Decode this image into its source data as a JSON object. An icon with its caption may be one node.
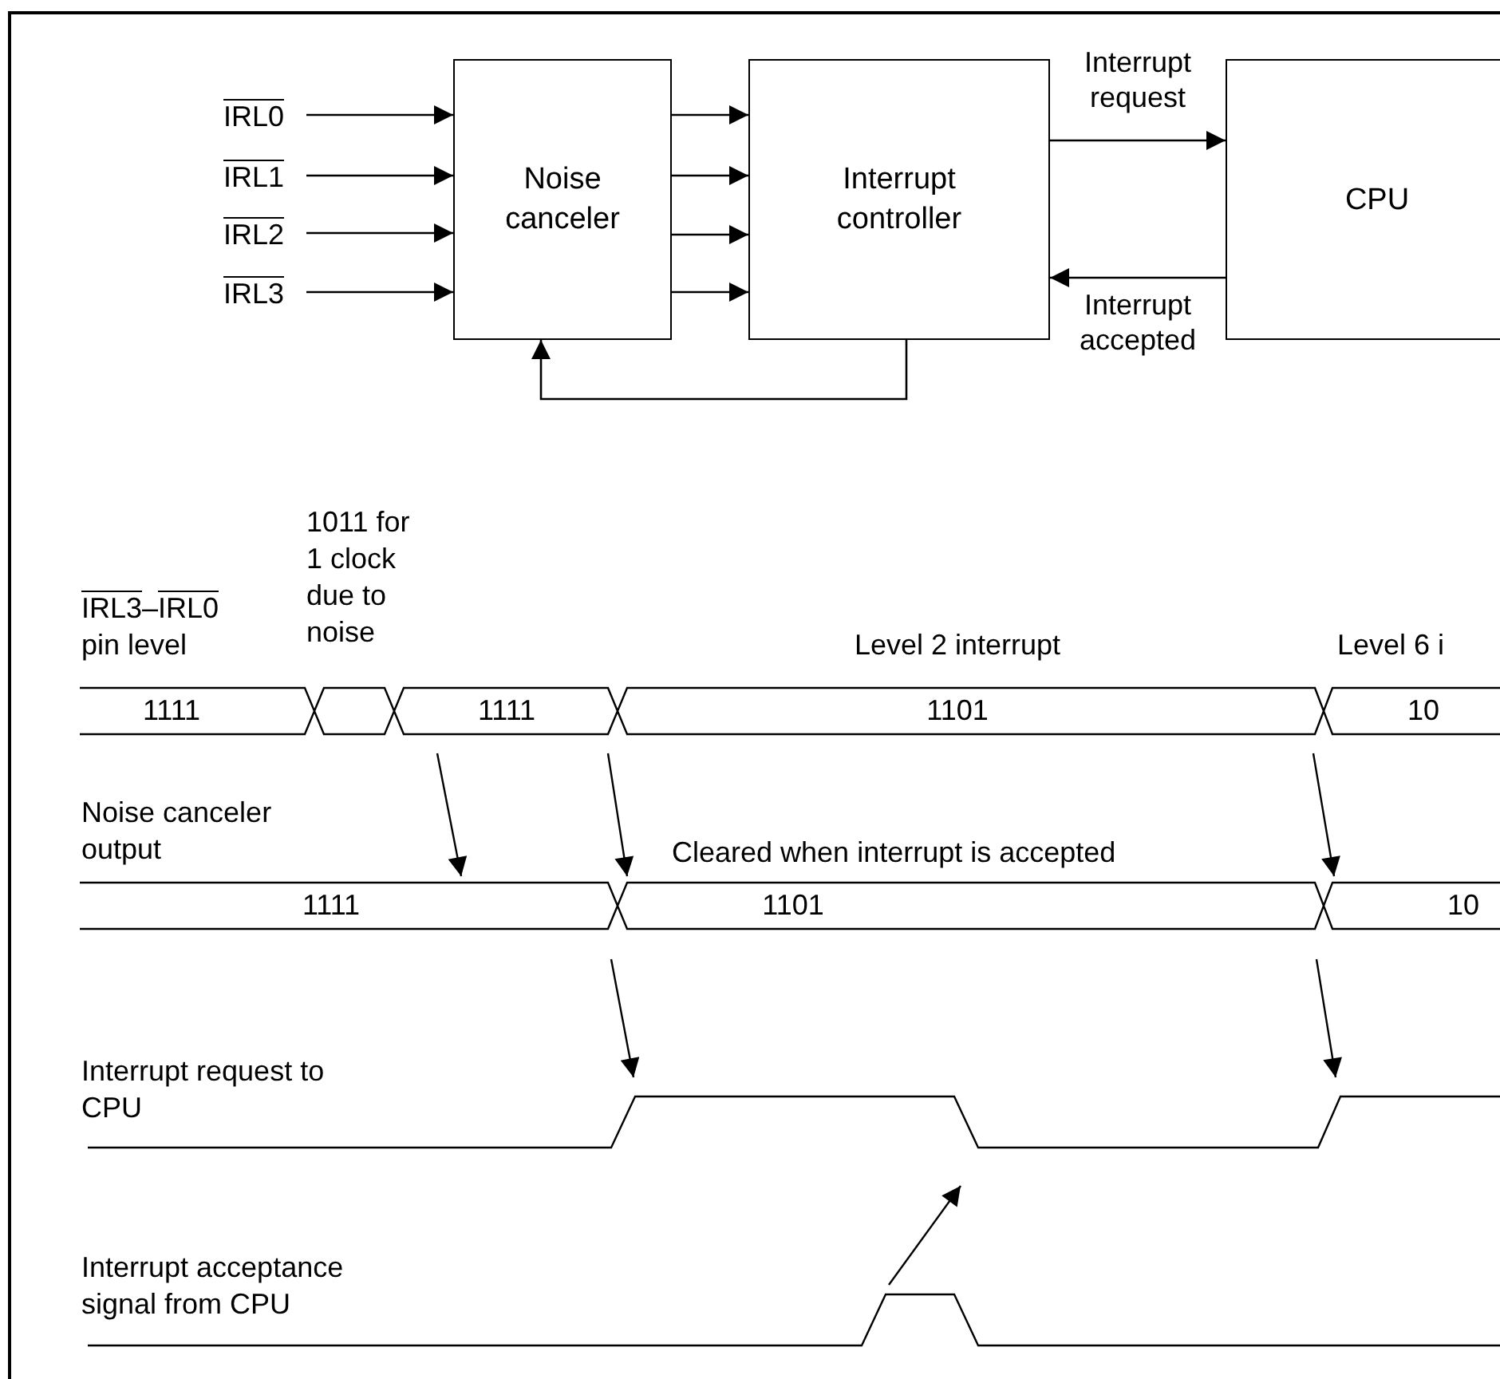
{
  "diagram": {
    "nodes": [
      {
        "text": [
          "IRL0"
        ]
      },
      {
        "text": [
          "IRL1"
        ]
      },
      {
        "text": [
          "IRL2"
        ]
      },
      {
        "text": [
          "IRL3"
        ]
      },
      {
        "text": [
          "Noise canceler"
        ]
      },
      {
        "text": [
          "Interrupt controller"
        ]
      },
      {
        "text": [
          "CPU"
        ]
      }
    ],
    "edges": [
      {
        "from": 0,
        "to": 4,
        "arrow": "to"
      },
      {
        "from": 1,
        "to": 4,
        "arrow": "to"
      },
      {
        "from": 2,
        "to": 4,
        "arrow": "to"
      },
      {
        "from": 3,
        "to": 4,
        "arrow": "to"
      },
      {
        "from": 4,
        "to": 5,
        "arrow": "to"
      },
      {
        "from": 4,
        "to": 5,
        "arrow": "to"
      },
      {
        "from": 4,
        "to": 5,
        "arrow": "to"
      },
      {
        "from": 4,
        "to": 5,
        "arrow": "to"
      },
      {
        "from": 5,
        "to": 6,
        "arrow": "to",
        "label": "Interrupt request"
      },
      {
        "from": 6,
        "to": 5,
        "arrow": "to",
        "label": "Interrupt accepted"
      },
      {
        "from": 5,
        "to": 4,
        "arrow": "to"
      }
    ],
    "labels": [
      "IRL3–IRL0 pin level",
      "1011 for 1 clock due to noise",
      "Level 2 interrupt",
      "Level 6 i",
      "1111",
      "1111",
      "1101",
      "10",
      "Noise canceler output",
      "Cleared when interrupt is accepted",
      "1111",
      "1101",
      "10",
      "Interrupt request to CPU",
      "Interrupt acceptance signal from CPU"
    ]
  }
}
